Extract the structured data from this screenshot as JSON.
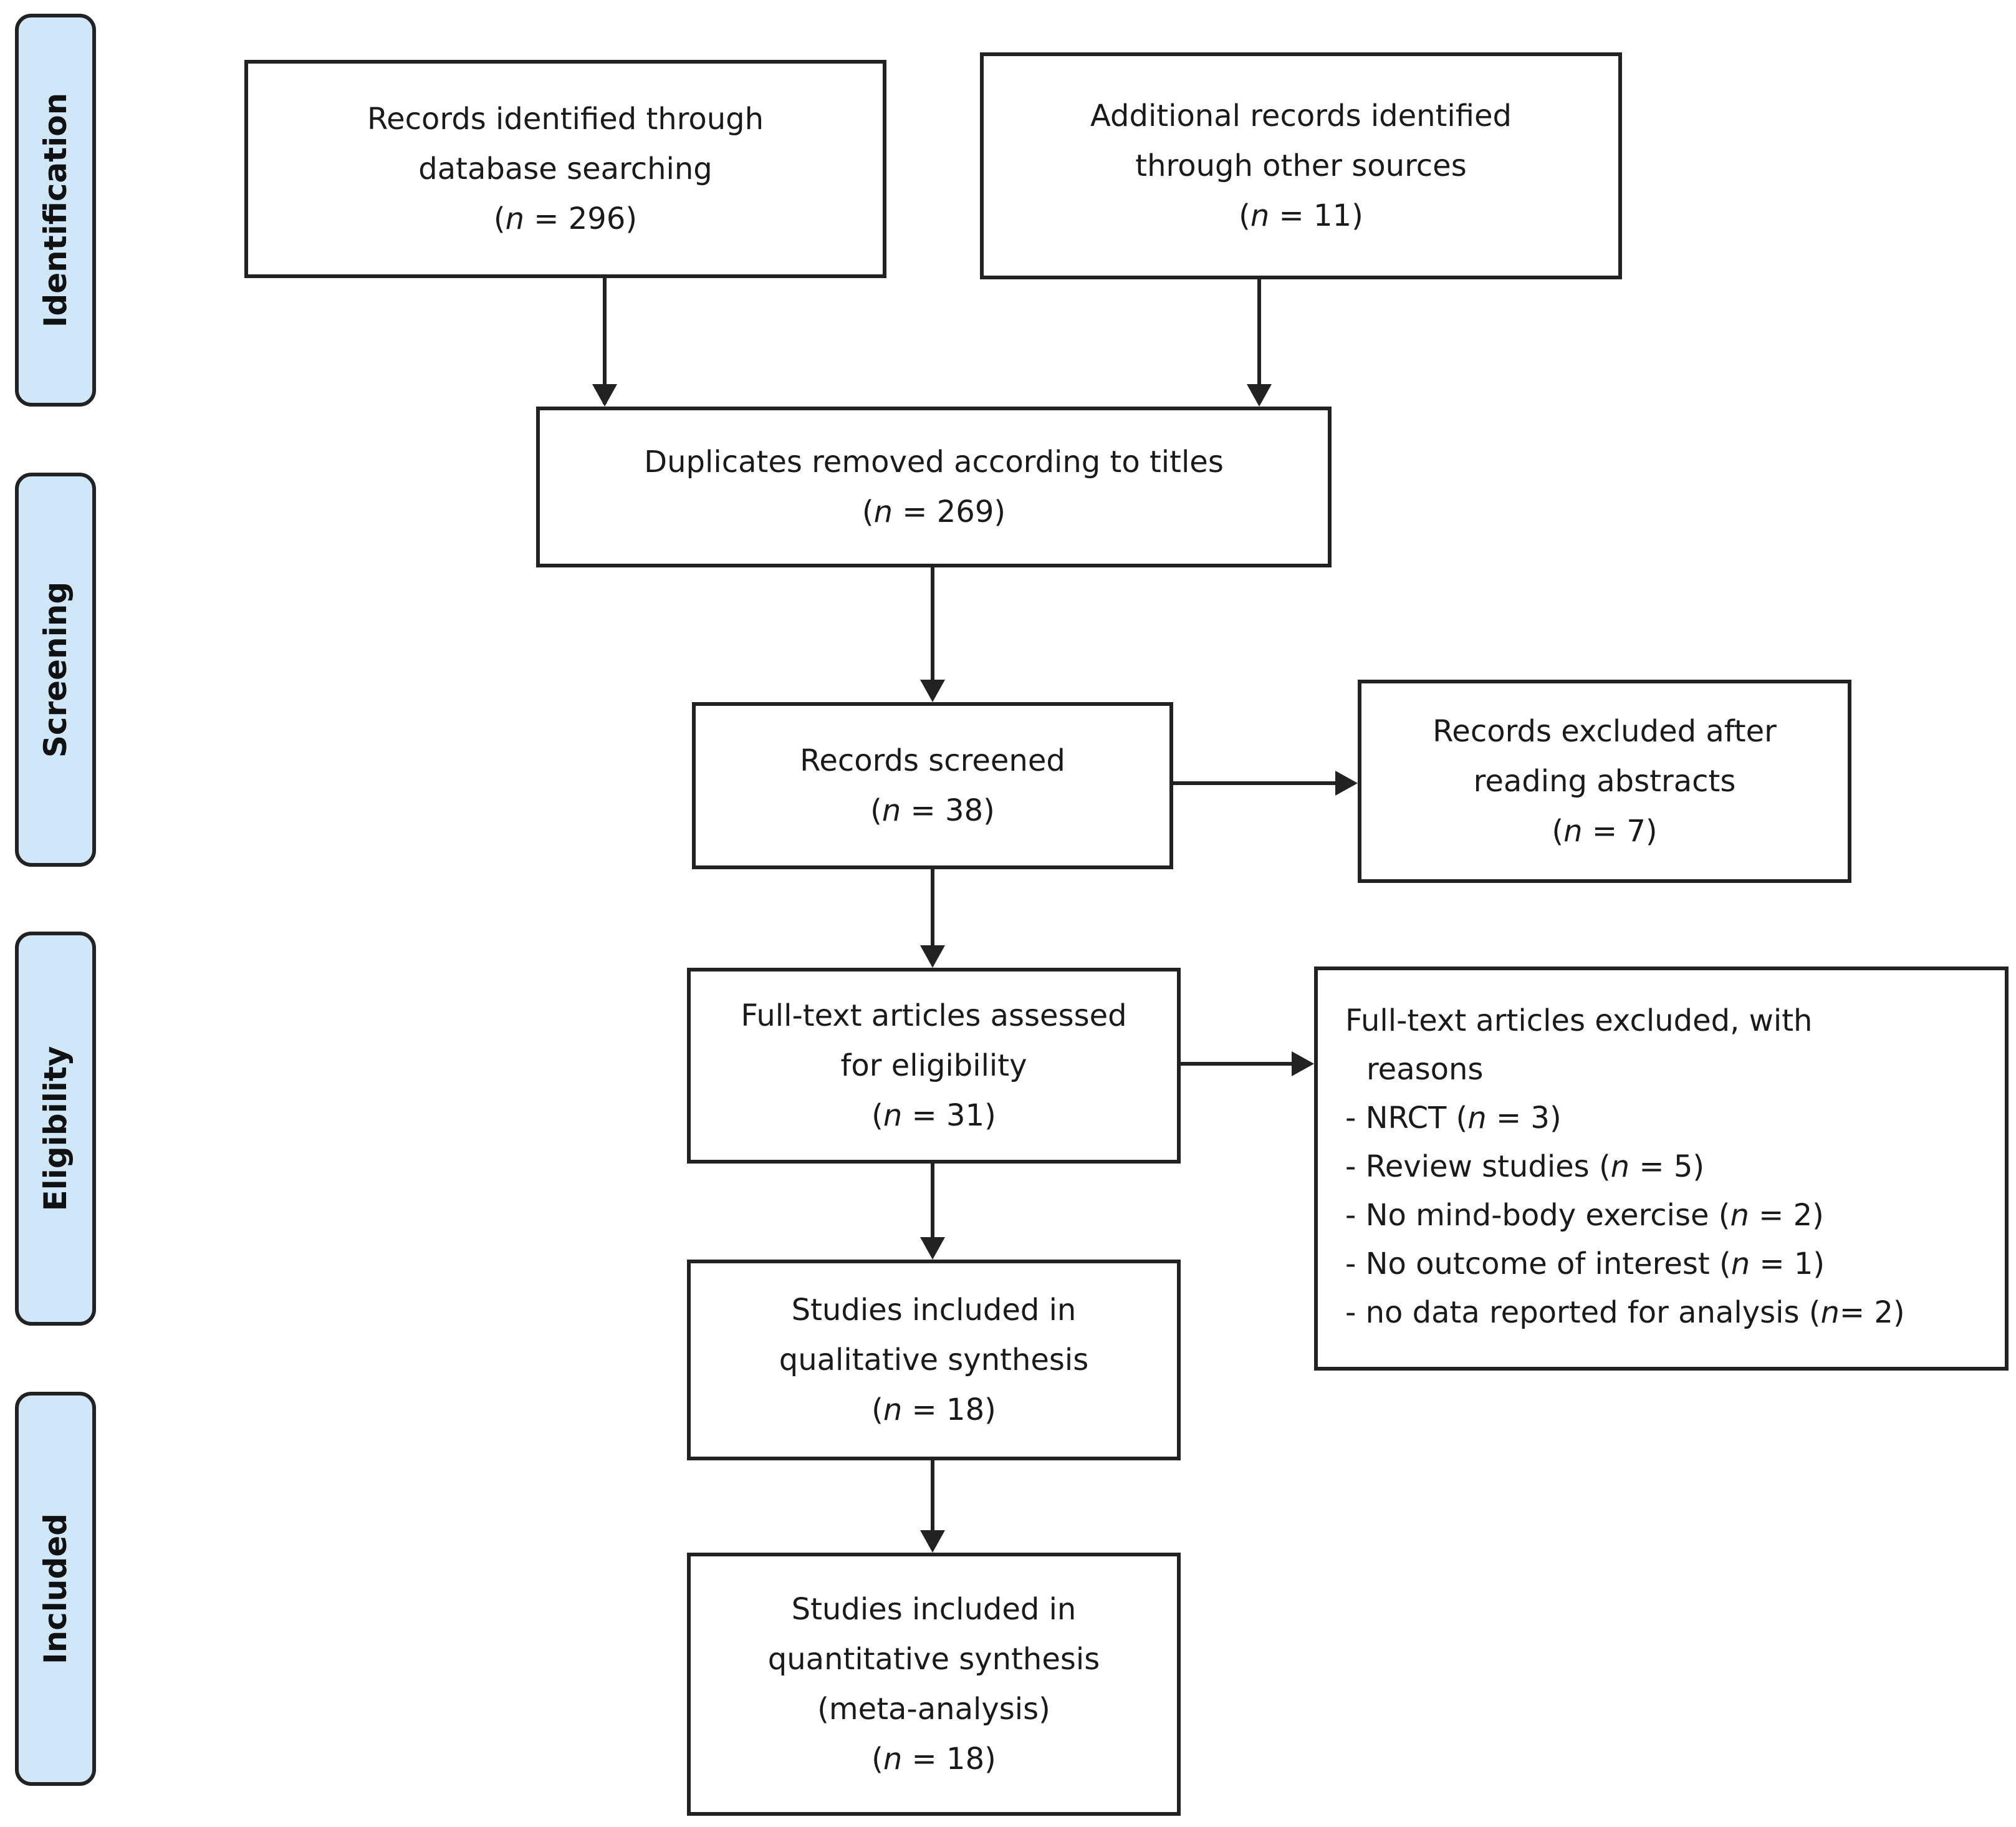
{
  "phases": {
    "identification": "Identification",
    "screening": "Screening",
    "eligibility": "Eligibility",
    "included": "Included"
  },
  "boxes": {
    "database": {
      "line1": "Records identified through",
      "line2": "database searching",
      "n_prefix": "(",
      "n_label": "n",
      "n_value": " = 296)"
    },
    "other_sources": {
      "line1": "Additional records identified",
      "line2": "through other sources",
      "n_prefix": "(",
      "n_label": "n",
      "n_value": " = 11)"
    },
    "duplicates": {
      "line1": "Duplicates removed according to titles",
      "n_prefix": "(",
      "n_label": "n",
      "n_value": " = 269)"
    },
    "screened": {
      "line1": "Records screened",
      "n_prefix": "(",
      "n_label": "n",
      "n_value": " = 38)"
    },
    "excluded_abstracts": {
      "line1": "Records excluded after",
      "line2": "reading abstracts",
      "n_prefix": "(",
      "n_label": "n",
      "n_value": " = 7)"
    },
    "full_text": {
      "line1": "Full-text articles assessed",
      "line2": "for eligibility",
      "n_prefix": "(",
      "n_label": "n",
      "n_value": " = 31)"
    },
    "excluded_full_text": {
      "title1": "Full-text articles excluded, with",
      "title2": "reasons",
      "reasons": [
        {
          "prefix": "- NRCT (",
          "n": "n",
          "suffix": " = 3)"
        },
        {
          "prefix": "- Review studies (",
          "n": "n",
          "suffix": " = 5)"
        },
        {
          "prefix": "- No mind-body exercise (",
          "n": "n",
          "suffix": " = 2)"
        },
        {
          "prefix": "- No outcome of interest (",
          "n": "n",
          "suffix": " = 1)"
        },
        {
          "prefix": "- no data reported for analysis (",
          "n": "n",
          "suffix": "= 2)"
        }
      ]
    },
    "qualitative": {
      "line1": "Studies included in",
      "line2": "qualitative synthesis",
      "n_prefix": "(",
      "n_label": "n",
      "n_value": " = 18)"
    },
    "quantitative": {
      "line1": "Studies included in",
      "line2": "quantitative synthesis",
      "line3": "(meta-analysis)",
      "n_prefix": "(",
      "n_label": "n",
      "n_value": " = 18)"
    }
  },
  "colors": {
    "phase_fill": "#cfe7f8",
    "stroke": "#222222"
  }
}
